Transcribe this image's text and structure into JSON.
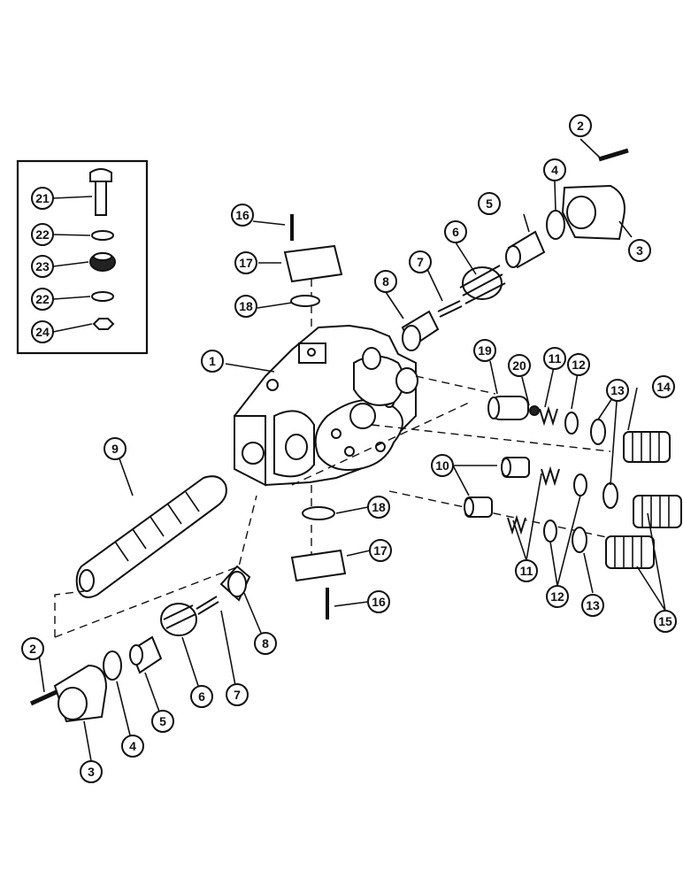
{
  "callouts": {
    "c1": "1",
    "c2a": "2",
    "c2b": "2",
    "c3a": "3",
    "c3b": "3",
    "c4a": "4",
    "c4b": "4",
    "c5a": "5",
    "c5b": "5",
    "c6a": "6",
    "c6b": "6",
    "c7a": "7",
    "c7b": "7",
    "c8a": "8",
    "c8b": "8",
    "c9": "9",
    "c10": "10",
    "c11a": "11",
    "c11b": "11",
    "c12a": "12",
    "c12b": "12",
    "c13a": "13",
    "c13b": "13",
    "c14": "14",
    "c15": "15",
    "c16a": "16",
    "c16b": "16",
    "c17a": "17",
    "c17b": "17",
    "c18a": "18",
    "c18b": "18",
    "c19": "19",
    "c20": "20",
    "c21": "21",
    "c22a": "22",
    "c22b": "22",
    "c23": "23",
    "c24": "24"
  }
}
